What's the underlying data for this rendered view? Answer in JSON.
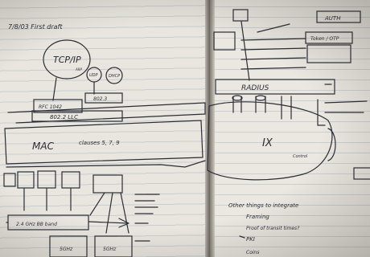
{
  "left_page": {
    "date_title": "7/8/03   First draft",
    "tcpip": "TCP/IP",
    "arp": "ARP",
    "udp": "UDP",
    "dhcp": "DHCP",
    "rfc1042": "RFC 1042",
    "dot3": "802.3",
    "llc": "802.2  LLC",
    "mac": "MAC",
    "clauses": "clauses  5, 7, 9",
    "bottom_box": "2.4 GHz BB band",
    "foot_left": "5GHz",
    "foot_right": "5GHz"
  },
  "right_page": {
    "radius": "RADIUS",
    "auth": "AUTH",
    "token": "Token / OTP",
    "ix": "IX",
    "control": "Control",
    "notes_heading": "Other things to integrate",
    "note_1": "Framing",
    "note_2": "Proof of transit times?",
    "note_3": "PKI",
    "note_4": "Coins"
  }
}
